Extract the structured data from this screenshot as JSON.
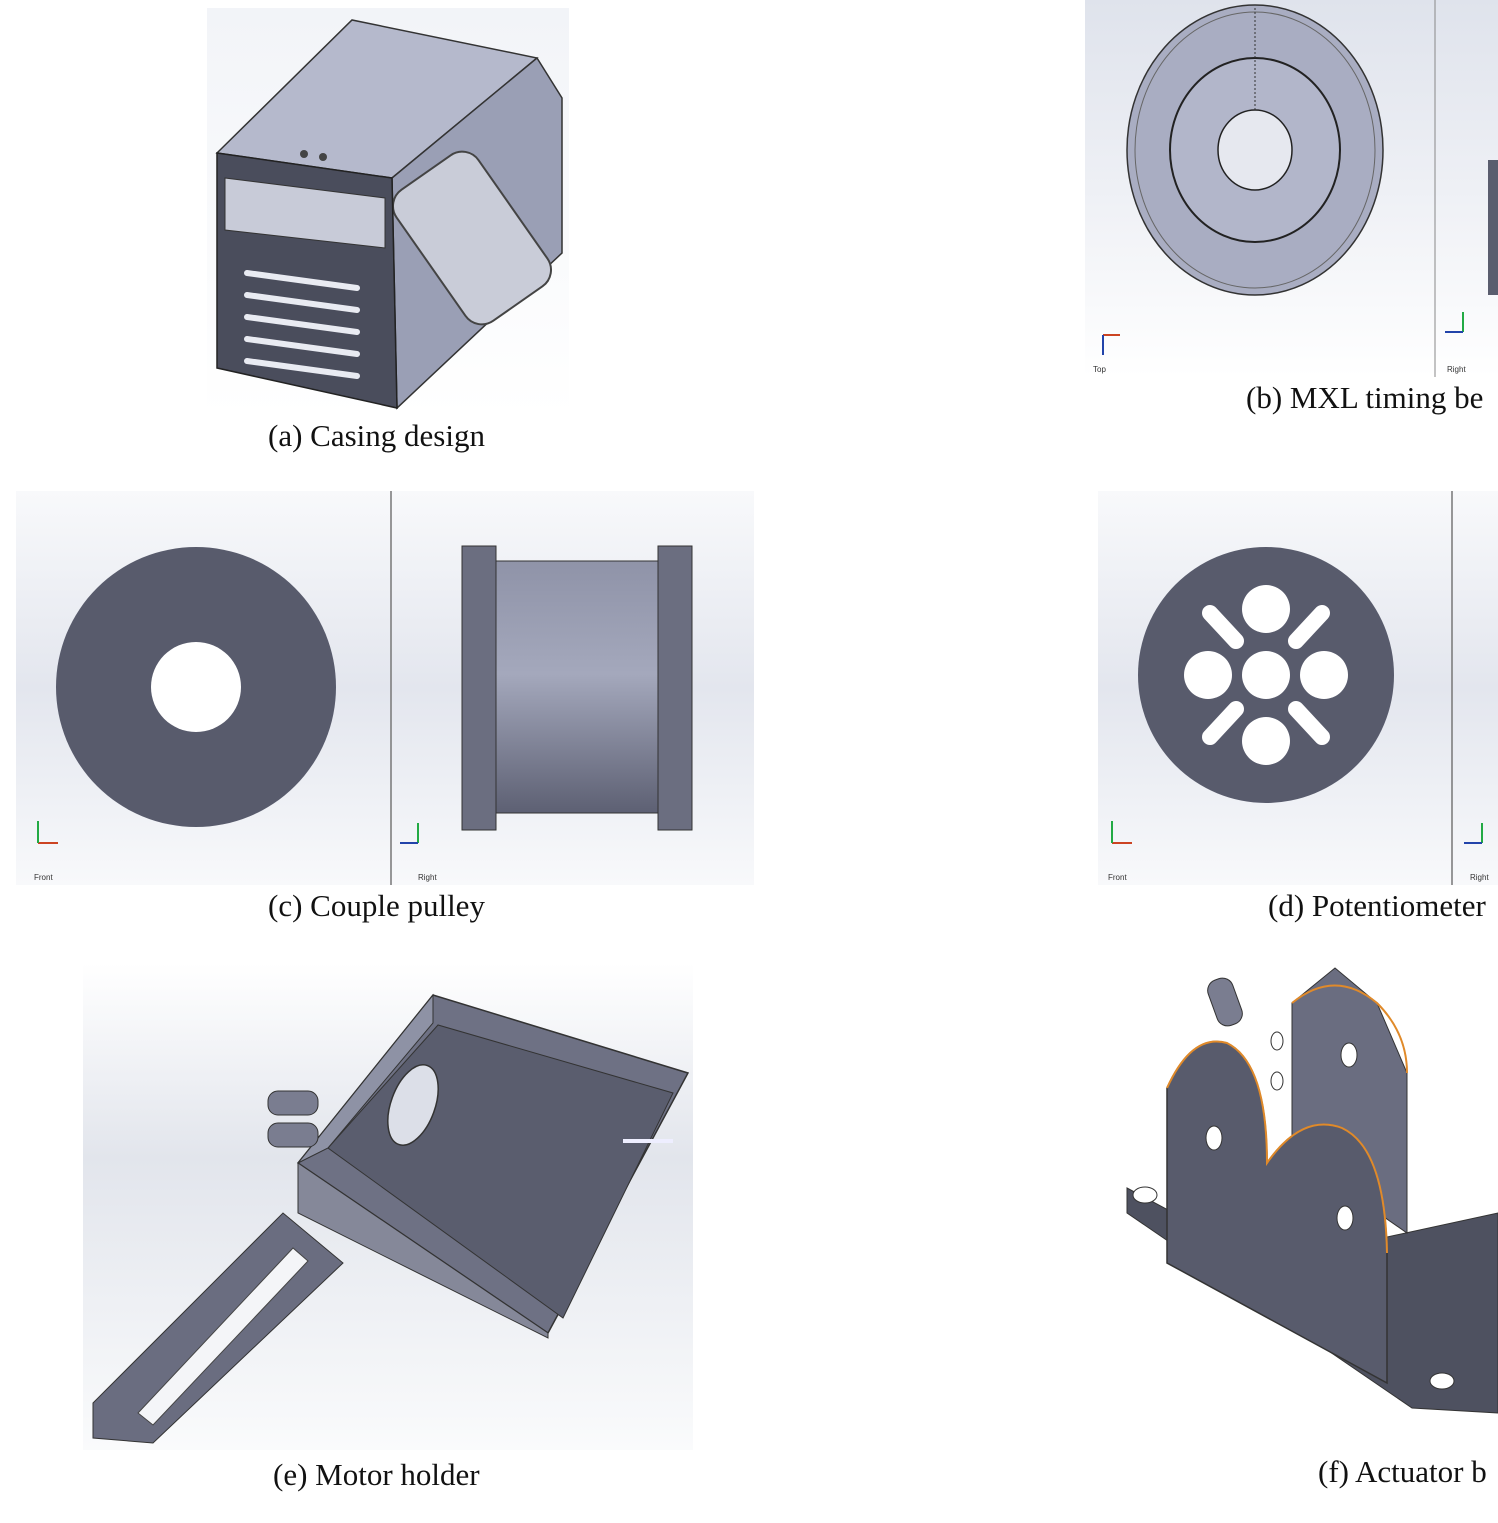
{
  "figures": [
    {
      "id": "a",
      "caption": "(a) Casing design"
    },
    {
      "id": "b",
      "caption": "(b) MXL timing be",
      "view_labels": [
        "Top",
        "Right"
      ]
    },
    {
      "id": "c",
      "caption": "(c) Couple pulley",
      "view_labels": [
        "Front",
        "Right"
      ]
    },
    {
      "id": "d",
      "caption": "(d) Potentiometer",
      "view_labels": [
        "Front",
        "Right"
      ]
    },
    {
      "id": "e",
      "caption": "(e) Motor holder"
    },
    {
      "id": "f",
      "caption": "(f) Actuator b"
    }
  ],
  "colors": {
    "part": "#5a5d6e",
    "part_light": "#8e92a8",
    "background": "#e9ecf3",
    "highlight": "#e08a2a"
  }
}
